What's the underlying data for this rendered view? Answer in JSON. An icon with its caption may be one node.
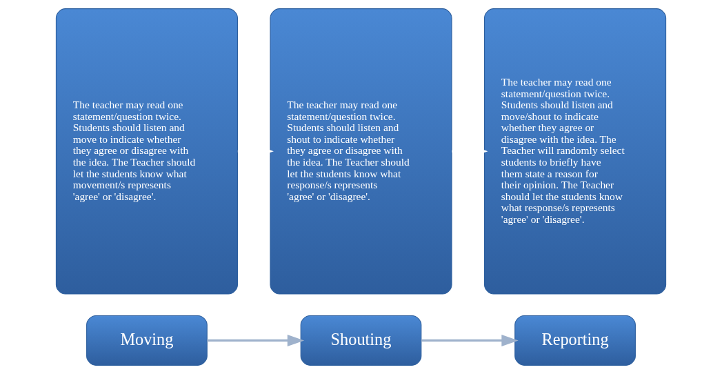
{
  "diagram": {
    "nodes": [
      {
        "text": [
          "Moving"
        ]
      },
      {
        "text": [
          "Shouting"
        ]
      },
      {
        "text": [
          "Reporting"
        ]
      },
      {
        "text": [
          "The teacher may read one statement/question twice. Students should listen and move to indicate whether they agree or disagree with the idea. The Teacher should let the students know what movement/s represents 'agree' or 'disagree'."
        ]
      },
      {
        "text": [
          "The teacher may read one statement/question twice. Students should listen and shout to indicate whether they agree or disagree with the idea. The Teacher should let the students know what response/s represents 'agree' or 'disagree'."
        ]
      },
      {
        "text": [
          "The teacher may read one statement/question twice. Students should listen and move/shout to indicate whether they agree or disagree with the idea. The Teacher will randomly select students to briefly have them state a reason for their opinion. The Teacher should let the students know what response/s represents 'agree' or 'disagree'."
        ]
      }
    ],
    "edges": [
      {
        "from": 0,
        "to": 1,
        "arrow": "to",
        "color": "#9fb2cc"
      },
      {
        "from": 1,
        "to": 2,
        "arrow": "to",
        "color": "#9fb2cc"
      },
      {
        "from": 3,
        "to": 4,
        "arrow": "to",
        "color": "#ffffff"
      },
      {
        "from": 4,
        "to": 5,
        "arrow": "to",
        "color": "#ffffff"
      }
    ]
  }
}
